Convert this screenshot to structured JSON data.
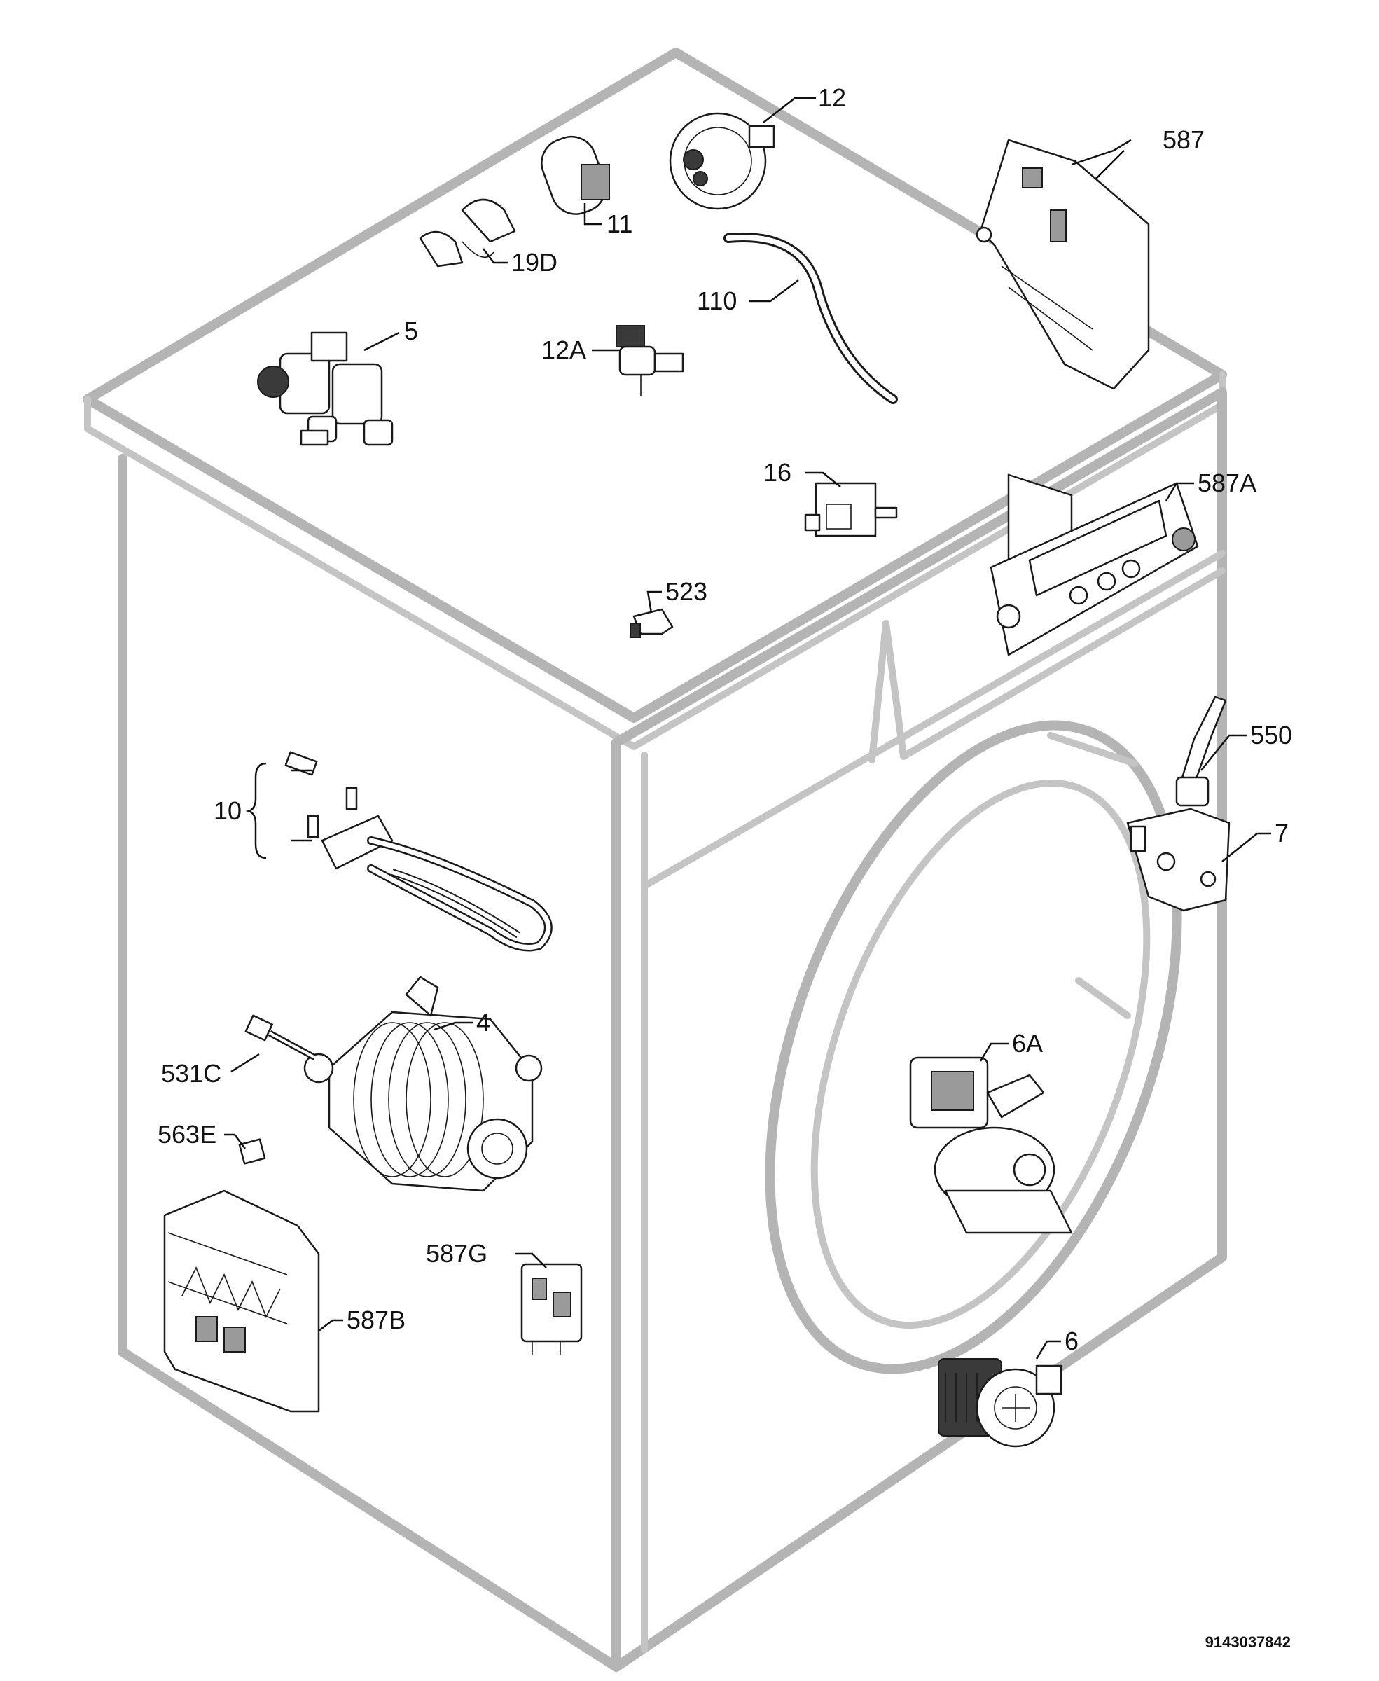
{
  "diagram": {
    "document_number": "9143037842",
    "callouts": [
      {
        "id": "12",
        "text": "12"
      },
      {
        "id": "587",
        "text": "587"
      },
      {
        "id": "11",
        "text": "11"
      },
      {
        "id": "19D",
        "text": "19D"
      },
      {
        "id": "110",
        "text": "110"
      },
      {
        "id": "5",
        "text": "5"
      },
      {
        "id": "12A",
        "text": "12A"
      },
      {
        "id": "16",
        "text": "16"
      },
      {
        "id": "587A",
        "text": "587A"
      },
      {
        "id": "523",
        "text": "523"
      },
      {
        "id": "550",
        "text": "550"
      },
      {
        "id": "10",
        "text": "10"
      },
      {
        "id": "7",
        "text": "7"
      },
      {
        "id": "4",
        "text": "4"
      },
      {
        "id": "6A",
        "text": "6A"
      },
      {
        "id": "531C",
        "text": "531C"
      },
      {
        "id": "563E",
        "text": "563E"
      },
      {
        "id": "587G",
        "text": "587G"
      },
      {
        "id": "587B",
        "text": "587B"
      },
      {
        "id": "6",
        "text": "6"
      }
    ],
    "colors": {
      "cabinet_outline": "#b4b4b4",
      "part_stroke": "#1a1a1a",
      "background": "#ffffff"
    }
  }
}
